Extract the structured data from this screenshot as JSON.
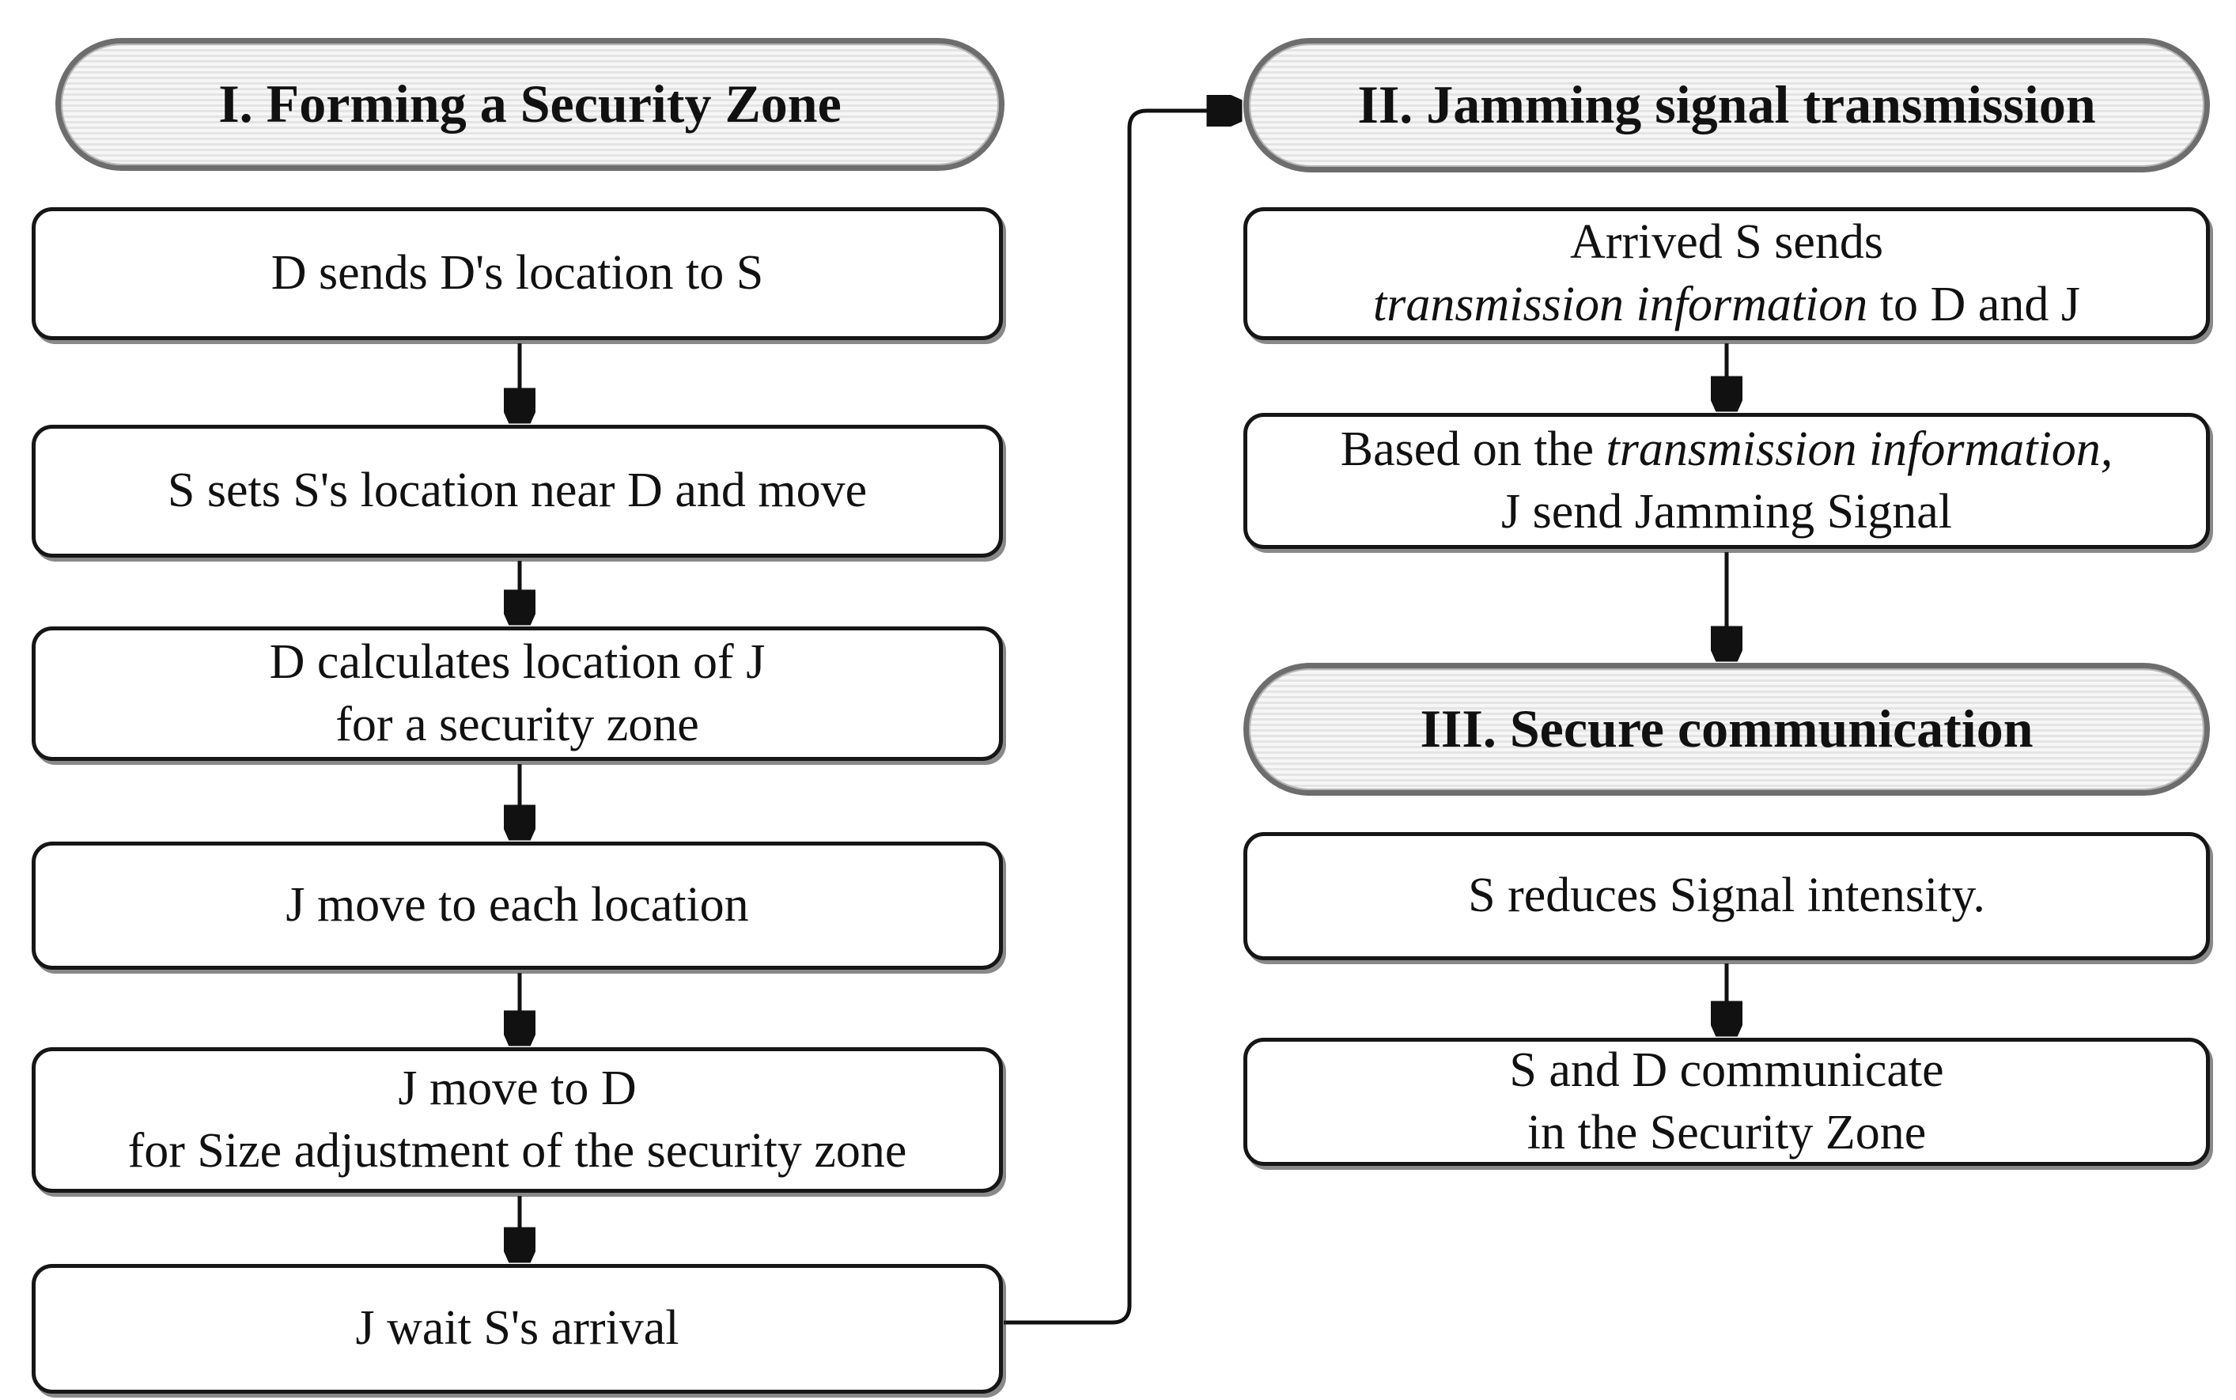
{
  "flowchart": {
    "phase1": {
      "title": "I. Forming a Security Zone",
      "steps": {
        "s1": {
          "line1": "D sends D's location to S"
        },
        "s2": {
          "line1": "S sets S's location near D and move"
        },
        "s3": {
          "line1": "D calculates location of J",
          "line2": "for a security zone"
        },
        "s4": {
          "line1": "J move to each location"
        },
        "s5": {
          "line1": "J move to D",
          "line2": "for Size adjustment of the security zone"
        },
        "s6": {
          "line1": "J wait S's arrival"
        }
      }
    },
    "phase2": {
      "title": "II. Jamming signal transmission",
      "steps": {
        "s1": {
          "line1": "Arrived S sends",
          "line2_italic": "transmission information",
          "line2_rest": " to D and J"
        },
        "s2": {
          "line1_rest": "Based on the ",
          "line1_italic": "transmission information,",
          "line2": "J send Jamming Signal"
        }
      }
    },
    "phase3": {
      "title": "III. Secure communication",
      "steps": {
        "s1": {
          "line1": "S reduces Signal intensity."
        },
        "s2": {
          "line1": "S and D communicate",
          "line2": "in the Security Zone"
        }
      }
    }
  },
  "colors": {
    "background": "#ffffff",
    "box_border": "#161616",
    "pill_border": "#6d6d6d",
    "pill_fill": "#ececec",
    "arrow": "#111111",
    "text": "#111111"
  }
}
